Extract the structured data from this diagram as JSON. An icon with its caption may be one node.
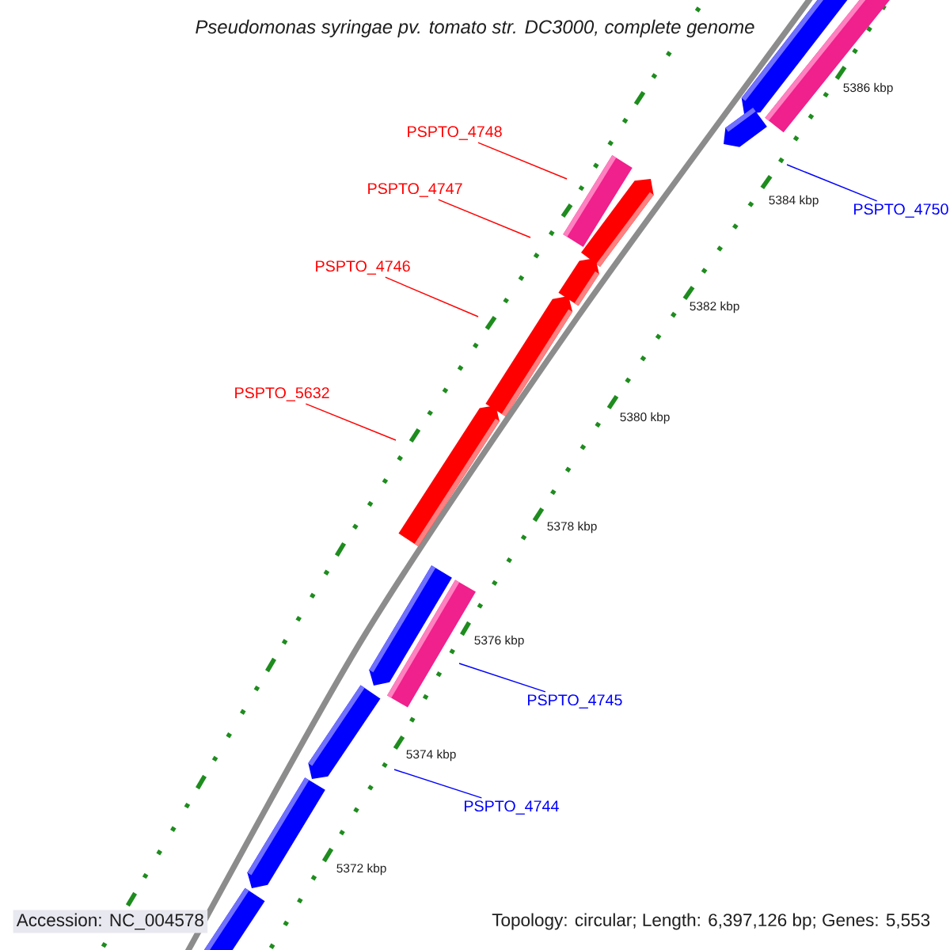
{
  "diagram": {
    "title": "Pseudomonas syringae pv. tomato str. DC3000, complete genome",
    "nodes": [
      {
        "text": [
          "PSPTO_4748"
        ]
      },
      {
        "text": [
          "PSPTO_4747"
        ]
      },
      {
        "text": [
          "PSPTO_4750"
        ]
      },
      {
        "text": [
          "PSPTO_4746"
        ]
      },
      {
        "text": [
          "PSPTO_5632"
        ]
      },
      {
        "text": [
          "PSPTO_4745"
        ]
      },
      {
        "text": [
          "PSPTO_4744"
        ]
      }
    ],
    "edges": [
      {
        "from": 0,
        "to": null,
        "arrow": "none"
      },
      {
        "from": 1,
        "to": null,
        "arrow": "none"
      },
      {
        "from": 2,
        "to": null,
        "arrow": "none",
        "color": "#0000ff"
      },
      {
        "from": 3,
        "to": null,
        "arrow": "none"
      },
      {
        "from": 4,
        "to": null,
        "arrow": "none"
      },
      {
        "from": 5,
        "to": null,
        "arrow": "none",
        "color": "#0000ff"
      },
      {
        "from": 6,
        "to": null,
        "arrow": "none",
        "color": "#0000ff"
      }
    ],
    "labels": [
      "5386 kbp",
      "5384 kbp",
      "5382 kbp",
      "5380 kbp",
      "5378 kbp",
      "5376 kbp",
      "5374 kbp",
      "5372 kbp",
      "Accession: NC_004578",
      "Topology: circular; Length: 6,397,126 bp; Genes: 5,553"
    ]
  }
}
